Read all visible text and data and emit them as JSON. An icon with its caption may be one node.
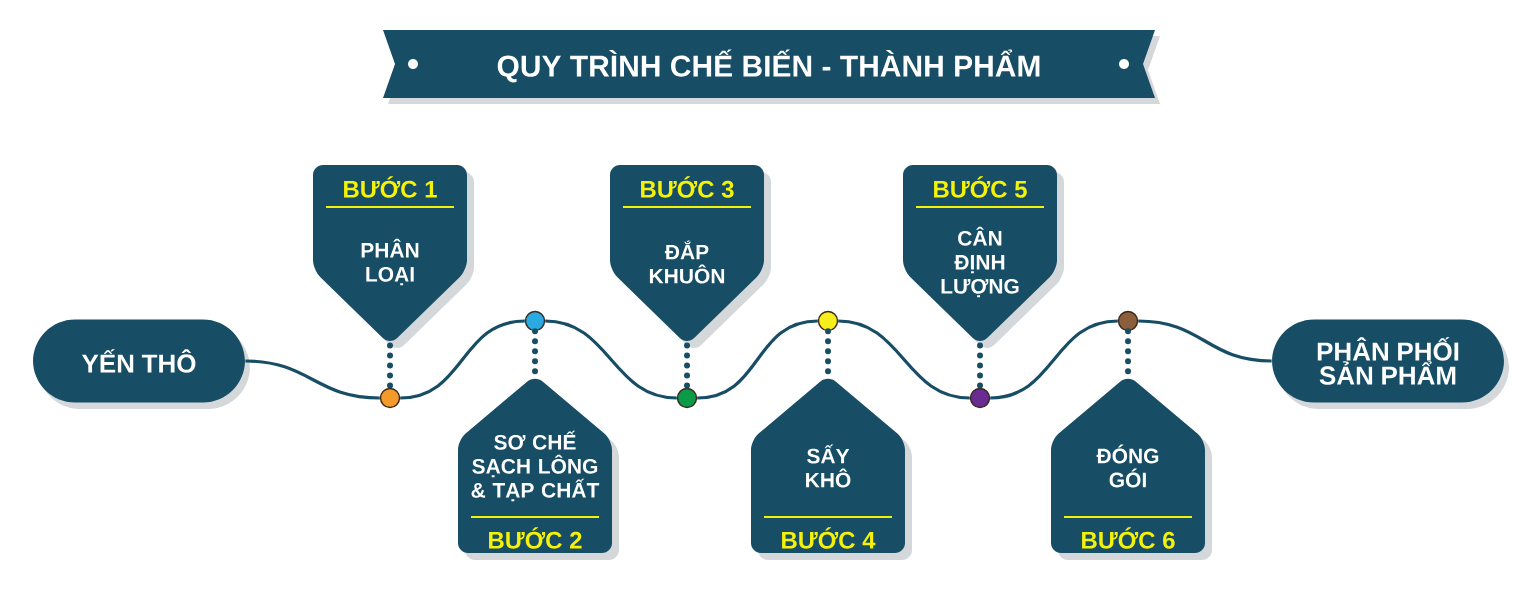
{
  "diagram": {
    "title": "QUY TRÌNH CHẾ BIẾN - THÀNH PHẨM",
    "nodes": [
      {
        "text": [
          "YẾN THÔ"
        ]
      },
      {
        "text": [
          "BƯỚC 1",
          "PHÂN LOẠI"
        ]
      },
      {
        "text": [],
        "shape": "circle"
      },
      {
        "text": [],
        "shape": "circle"
      },
      {
        "text": [
          "SƠ CHẾ SẠCH LÔNG & TẠP CHẤT",
          "BƯỚC 2"
        ]
      },
      {
        "text": [
          "BƯỚC 3",
          "ĐẮP KHUÔN"
        ]
      },
      {
        "text": [],
        "shape": "circle"
      },
      {
        "text": [],
        "shape": "circle"
      },
      {
        "text": [
          "SẤY KHÔ",
          "BƯỚC 4"
        ]
      },
      {
        "text": [
          "BƯỚC 5",
          "CÂN ĐỊNH LƯỢNG"
        ]
      },
      {
        "text": [],
        "shape": "circle"
      },
      {
        "text": [],
        "shape": "circle"
      },
      {
        "text": [
          "ĐÓNG GÓI",
          "BƯỚC 6"
        ]
      },
      {
        "text": [
          "PHÂN PHỐI SẢN PHẨM"
        ]
      }
    ],
    "edges": [
      {
        "from": 0,
        "to": 2,
        "arrow": "none"
      },
      {
        "from": 2,
        "to": 3,
        "arrow": "none"
      },
      {
        "from": 3,
        "to": 6,
        "arrow": "none"
      },
      {
        "from": 6,
        "to": 7,
        "arrow": "none"
      },
      {
        "from": 7,
        "to": 10,
        "arrow": "none"
      },
      {
        "from": 10,
        "to": 11,
        "arrow": "none"
      },
      {
        "from": 11,
        "to": 13,
        "arrow": "none"
      },
      {
        "from": 1,
        "to": 2,
        "arrow": "none",
        "style": "dashed"
      },
      {
        "from": 3,
        "to": 4,
        "arrow": "none",
        "style": "dashed"
      },
      {
        "from": 5,
        "to": 6,
        "arrow": "none",
        "style": "dashed"
      },
      {
        "from": 7,
        "to": 8,
        "arrow": "none",
        "style": "dashed"
      },
      {
        "from": 9,
        "to": 10,
        "arrow": "none",
        "style": "dashed"
      },
      {
        "from": 11,
        "to": 12,
        "arrow": "none",
        "style": "dashed"
      }
    ]
  }
}
